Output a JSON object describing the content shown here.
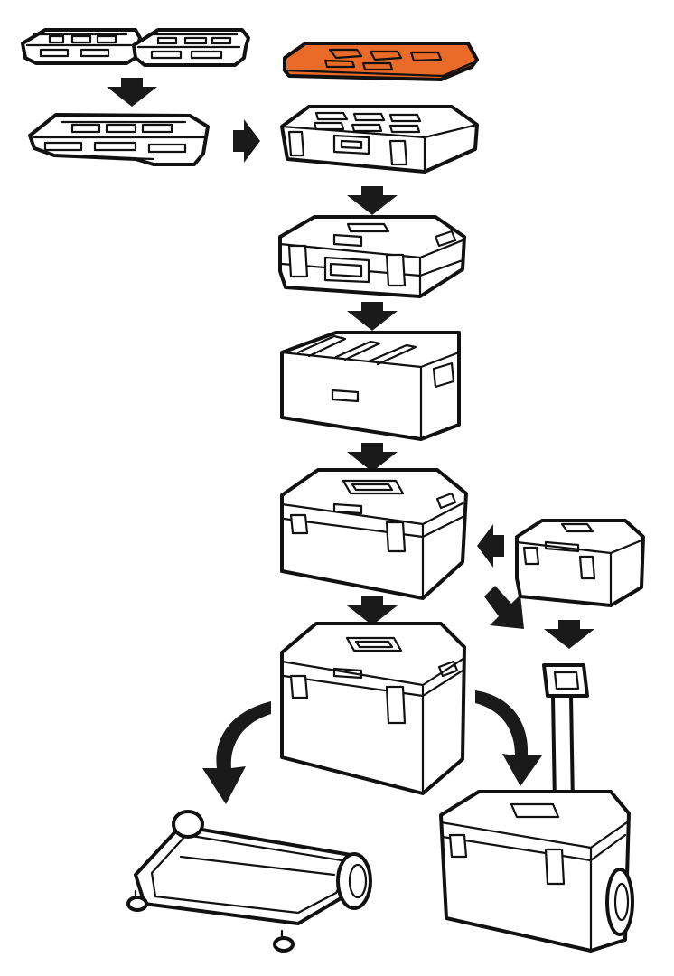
{
  "colors": {
    "outline": "#111111",
    "fill": "#ffffff",
    "accent": "#ea6a28",
    "arrow": "#1a1a1a"
  },
  "components": [
    {
      "id": "small-organizer-pair",
      "icon": "organizer-icon"
    },
    {
      "id": "organizer-lid-orange",
      "icon": "organizer-lid-icon"
    },
    {
      "id": "joined-organizer",
      "icon": "organizer-icon"
    },
    {
      "id": "organizer-case",
      "icon": "organizer-case-icon"
    },
    {
      "id": "shallow-toolbox",
      "icon": "toolbox-icon"
    },
    {
      "id": "open-tray-insert",
      "icon": "tray-icon"
    },
    {
      "id": "medium-toolbox",
      "icon": "toolbox-icon"
    },
    {
      "id": "small-toolbox",
      "icon": "toolbox-icon"
    },
    {
      "id": "large-toolbox",
      "icon": "toolbox-icon"
    },
    {
      "id": "wheeled-dolly",
      "icon": "dolly-icon"
    },
    {
      "id": "trolley-toolbox",
      "icon": "trolley-icon"
    }
  ]
}
